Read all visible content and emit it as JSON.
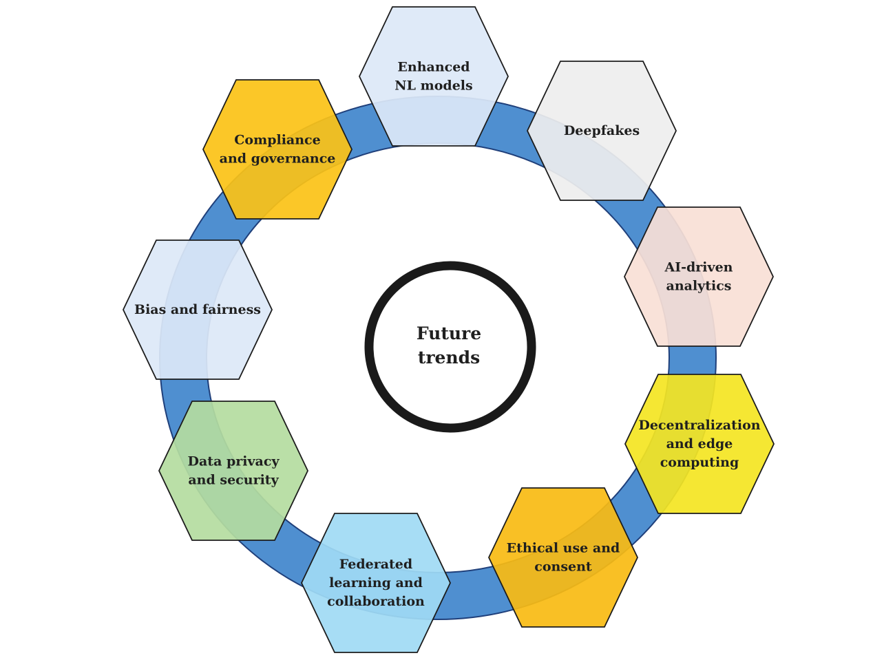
{
  "center": {
    "lines": [
      "Future",
      "trends"
    ]
  },
  "ring_color": "#4f8fd0",
  "topics": [
    {
      "id": "enhanced-nl-models",
      "lines": [
        "Enhanced",
        "NL models"
      ],
      "color": "#dce8f7"
    },
    {
      "id": "deepfakes",
      "lines": [
        "Deepfakes"
      ],
      "color": "#eeeeee"
    },
    {
      "id": "ai-driven-analytics",
      "lines": [
        "AI-driven",
        "analytics"
      ],
      "color": "#f9e0d6"
    },
    {
      "id": "decentralization-and-edge-computing",
      "lines": [
        "Decentralization",
        "and edge",
        "computing"
      ],
      "color": "#f4e522"
    },
    {
      "id": "ethical-use-and-consent",
      "lines": [
        "Ethical use and",
        "consent"
      ],
      "color": "#f8bb12"
    },
    {
      "id": "federated-learning-and-collaboration",
      "lines": [
        "Federated",
        "learning and",
        "collaboration"
      ],
      "color": "#9fdaf4"
    },
    {
      "id": "data-privacy-and-security",
      "lines": [
        "Data privacy",
        "and security"
      ],
      "color": "#b4dca0"
    },
    {
      "id": "bias-and-fairness",
      "lines": [
        "Bias and fairness"
      ],
      "color": "#dce8f7"
    },
    {
      "id": "compliance-and-governance",
      "lines": [
        "Compliance",
        "and governance"
      ],
      "color": "#fbc216"
    }
  ]
}
